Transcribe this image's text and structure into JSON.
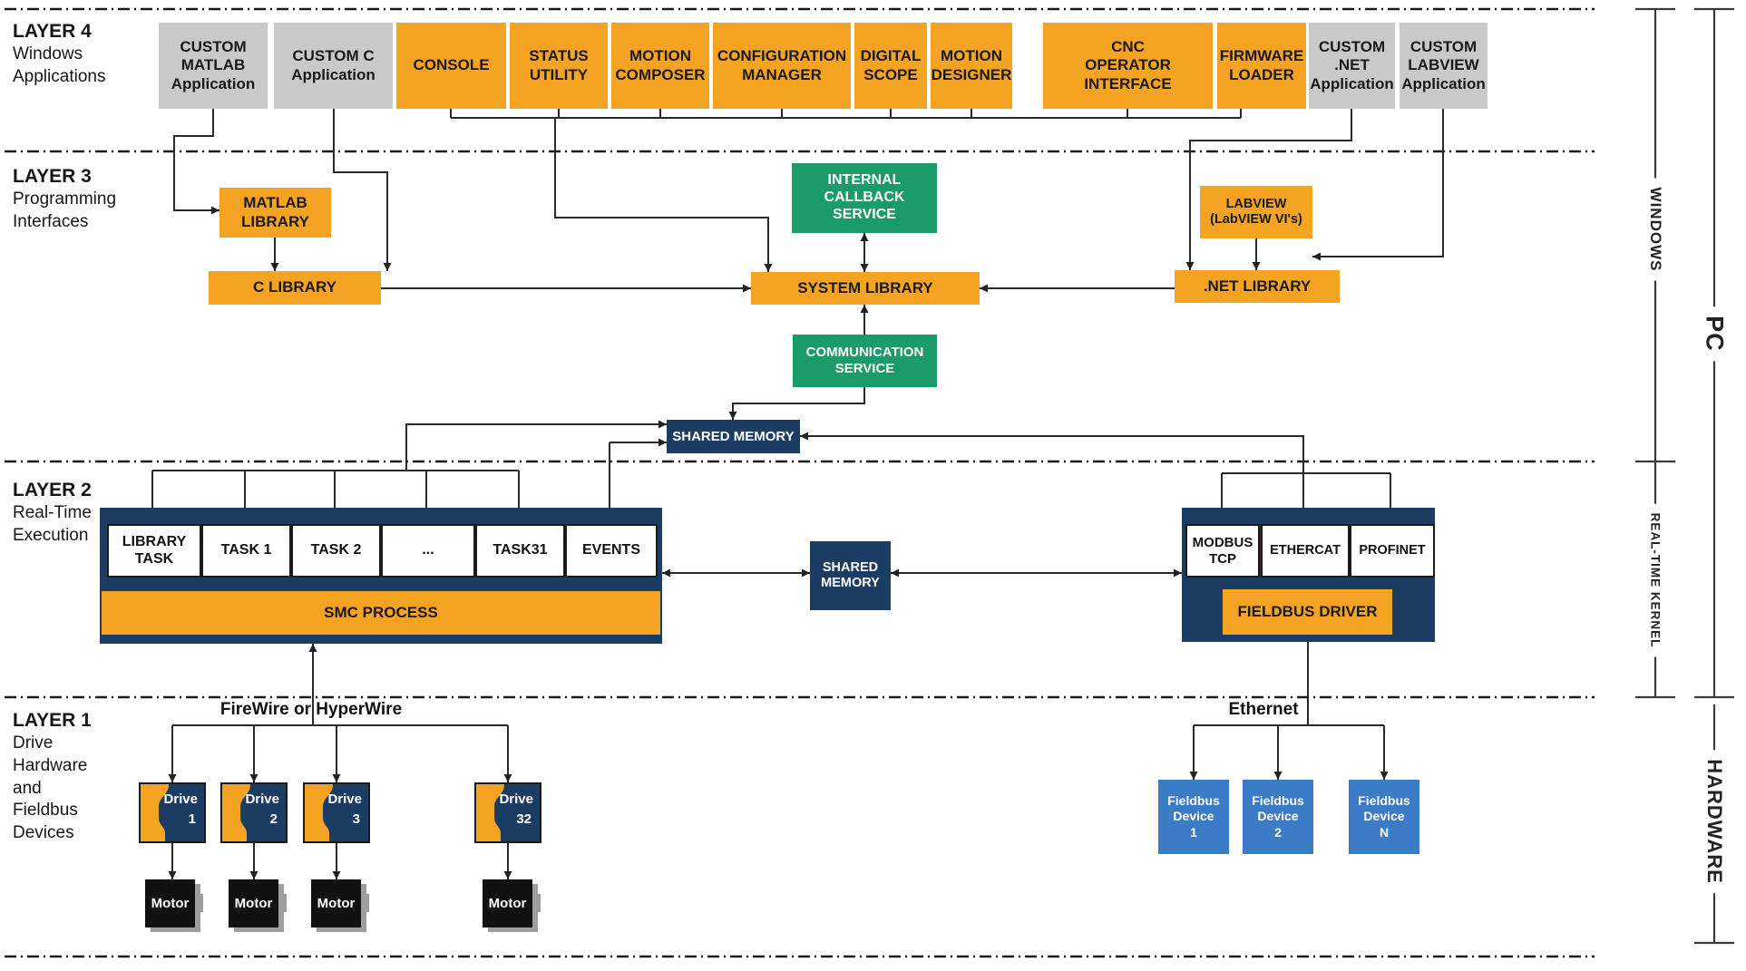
{
  "colors": {
    "orange": "#F4A322",
    "gray": "#C9C9C9",
    "green": "#1A9B69",
    "navy": "#1C3D63",
    "blue": "#3C7CC7",
    "motor": "#111111"
  },
  "layers": {
    "layer4": {
      "title": "LAYER 4",
      "subtitle": "Windows\nApplications"
    },
    "layer3": {
      "title": "LAYER 3",
      "subtitle": "Programming\nInterfaces"
    },
    "layer2": {
      "title": "LAYER 2",
      "subtitle": "Real-Time\nExecution"
    },
    "layer1": {
      "title": "LAYER 1",
      "subtitle": "Drive\nHardware\nand\nFieldbus\nDevices"
    }
  },
  "layer4_apps": [
    {
      "label": "CUSTOM\nMATLAB\nApplication",
      "variant": "gray"
    },
    {
      "label": "CUSTOM C\nApplication",
      "variant": "gray"
    },
    {
      "label": "CONSOLE",
      "variant": "orange"
    },
    {
      "label": "STATUS\nUTILITY",
      "variant": "orange"
    },
    {
      "label": "MOTION\nCOMPOSER",
      "variant": "orange"
    },
    {
      "label": "CONFIGURATION\nMANAGER",
      "variant": "orange"
    },
    {
      "label": "DIGITAL\nSCOPE",
      "variant": "orange"
    },
    {
      "label": "MOTION\nDESIGNER",
      "variant": "orange"
    },
    {
      "label": "CNC\nOPERATOR\nINTERFACE",
      "variant": "orange"
    },
    {
      "label": "FIRMWARE\nLOADER",
      "variant": "orange"
    },
    {
      "label": "CUSTOM\n.NET\nApplication",
      "variant": "gray"
    },
    {
      "label": "CUSTOM\nLABVIEW\nApplication",
      "variant": "gray"
    }
  ],
  "layer3_boxes": {
    "matlab_library": "MATLAB\nLIBRARY",
    "c_library": "C LIBRARY",
    "internal_callback": "INTERNAL\nCALLBACK\nSERVICE",
    "system_library": "SYSTEM LIBRARY",
    "labview": "LABVIEW\n(LabVIEW VI's)",
    "net_library": ".NET LIBRARY",
    "communication": "COMMUNICATION\nSERVICE",
    "shared_memory": "SHARED MEMORY"
  },
  "layer2_items": {
    "tasks": [
      "LIBRARY\nTASK",
      "TASK 1",
      "TASK 2",
      "...",
      "TASK31",
      "EVENTS"
    ],
    "smc_process": "SMC PROCESS",
    "shared_memory": "SHARED\nMEMORY",
    "protocols": [
      "MODBUS\nTCP",
      "ETHERCAT",
      "PROFINET"
    ],
    "fieldbus_driver": "FIELDBUS DRIVER"
  },
  "layer1_items": {
    "firewire_label": "FireWire or HyperWire",
    "ethernet_label": "Ethernet",
    "drives": [
      {
        "label": "Drive",
        "num": "1"
      },
      {
        "label": "Drive",
        "num": "2"
      },
      {
        "label": "Drive",
        "num": "3"
      },
      {
        "label": "Drive",
        "num": "32"
      }
    ],
    "motor_label": "Motor",
    "fieldbus_devices": [
      "Fieldbus\nDevice\n1",
      "Fieldbus\nDevice\n2",
      "Fieldbus\nDevice\nN"
    ]
  },
  "brackets": {
    "windows": "WINDOWS",
    "pc": "PC",
    "realtime_kernel": "REAL-TIME KERNEL",
    "hardware": "HARDWARE"
  }
}
